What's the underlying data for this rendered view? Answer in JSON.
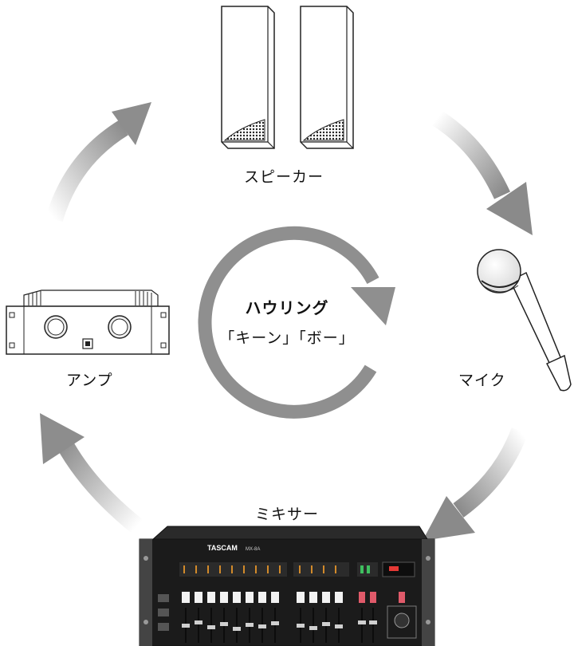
{
  "labels": {
    "speaker": "スピーカー",
    "mic": "マイク",
    "mixer": "ミキサー",
    "amp": "アンプ"
  },
  "center": {
    "title": "ハウリング",
    "subtitle": "「キーン」「ボー」"
  },
  "mixer_panel": {
    "brand": "TASCAM",
    "model": "MX-8A"
  }
}
